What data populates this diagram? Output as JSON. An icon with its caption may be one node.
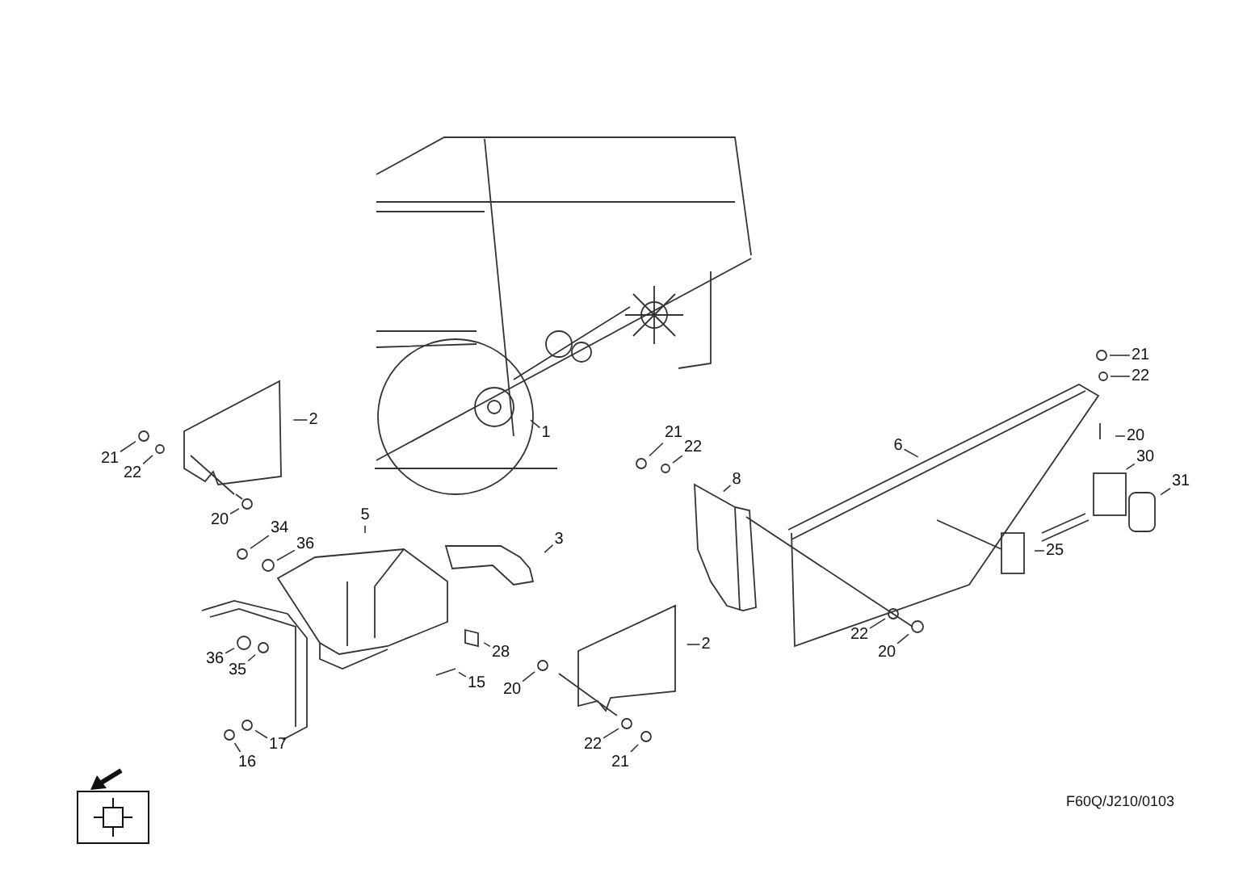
{
  "diagram": {
    "nodes": [
      {
        "text": [
          "21"
        ]
      },
      {
        "text": [
          "22"
        ]
      },
      {
        "text": [
          "2"
        ]
      },
      {
        "text": [
          "1"
        ]
      },
      {
        "text": [
          "21"
        ]
      },
      {
        "text": [
          "22"
        ]
      },
      {
        "text": [
          "6"
        ]
      },
      {
        "text": [
          "20"
        ]
      },
      {
        "text": [
          "21"
        ]
      },
      {
        "text": [
          "22"
        ]
      },
      {
        "text": [
          "30"
        ]
      },
      {
        "text": [
          "31"
        ]
      },
      {
        "text": [
          "8"
        ]
      },
      {
        "text": [
          "20"
        ]
      },
      {
        "text": [
          "5"
        ]
      },
      {
        "text": [
          "34"
        ]
      },
      {
        "text": [
          "36"
        ]
      },
      {
        "text": [
          "3"
        ]
      },
      {
        "text": [
          "25"
        ]
      },
      {
        "text": [
          "22"
        ]
      },
      {
        "text": [
          "20"
        ]
      },
      {
        "text": [
          "28"
        ]
      },
      {
        "text": [
          "2"
        ]
      },
      {
        "text": [
          "36"
        ]
      },
      {
        "text": [
          "35"
        ]
      },
      {
        "text": [
          "15"
        ]
      },
      {
        "text": [
          "20"
        ]
      },
      {
        "text": [
          "17"
        ]
      },
      {
        "text": [
          "16"
        ]
      },
      {
        "text": [
          "22"
        ]
      },
      {
        "text": [
          "21"
        ]
      },
      {
        "text": [],
        "shape": "circle"
      },
      {
        "text": [],
        "shape": "circle"
      },
      {
        "text": [],
        "shape": "circle"
      },
      {
        "text": [],
        "shape": "circle"
      },
      {
        "text": [],
        "shape": "circle"
      },
      {
        "text": [],
        "shape": "circle"
      },
      {
        "text": [],
        "shape": "circle"
      },
      {
        "text": [],
        "shape": "circle"
      },
      {
        "text": [],
        "shape": "circle"
      },
      {
        "text": [],
        "shape": "circle"
      },
      {
        "text": [],
        "shape": "circle"
      },
      {
        "text": [],
        "shape": "circle"
      },
      {
        "text": [],
        "shape": "circle"
      },
      {
        "text": [],
        "shape": "circle"
      },
      {
        "text": [],
        "shape": "circle"
      },
      {
        "text": [],
        "shape": "circle"
      },
      {
        "text": [],
        "shape": "circle"
      },
      {
        "text": [],
        "shape": "circle"
      }
    ],
    "edges": [
      {
        "from": 0,
        "to": 31,
        "arrow": "none"
      },
      {
        "from": 1,
        "to": 32,
        "arrow": "none"
      },
      {
        "from": 2,
        "to": null,
        "arrow": "none"
      },
      {
        "from": 3,
        "to": null,
        "arrow": "none"
      },
      {
        "from": 4,
        "to": 33,
        "arrow": "none"
      },
      {
        "from": 5,
        "to": 34,
        "arrow": "none"
      },
      {
        "from": 6,
        "to": null,
        "arrow": "none"
      },
      {
        "from": 7,
        "to": null,
        "arrow": "none"
      },
      {
        "from": 8,
        "to": 35,
        "arrow": "none"
      },
      {
        "from": 9,
        "to": 36,
        "arrow": "none"
      },
      {
        "from": 10,
        "to": null,
        "arrow": "none"
      },
      {
        "from": 11,
        "to": null,
        "arrow": "none"
      },
      {
        "from": 12,
        "to": null,
        "arrow": "none"
      },
      {
        "from": 13,
        "to": 37,
        "arrow": "none"
      },
      {
        "from": 14,
        "to": null,
        "arrow": "none"
      },
      {
        "from": 15,
        "to": 38,
        "arrow": "none"
      },
      {
        "from": 16,
        "to": 39,
        "arrow": "none"
      },
      {
        "from": 17,
        "to": null,
        "arrow": "none"
      },
      {
        "from": 18,
        "to": null,
        "arrow": "none"
      },
      {
        "from": 19,
        "to": 40,
        "arrow": "none"
      },
      {
        "from": 20,
        "to": 41,
        "arrow": "none"
      },
      {
        "from": 21,
        "to": null,
        "arrow": "none"
      },
      {
        "from": 22,
        "to": null,
        "arrow": "none"
      },
      {
        "from": 23,
        "to": 42,
        "arrow": "none"
      },
      {
        "from": 24,
        "to": 43,
        "arrow": "none"
      },
      {
        "from": 25,
        "to": null,
        "arrow": "none"
      },
      {
        "from": 26,
        "to": 44,
        "arrow": "none"
      },
      {
        "from": 27,
        "to": 45,
        "arrow": "none"
      },
      {
        "from": 28,
        "to": 46,
        "arrow": "none"
      },
      {
        "from": 29,
        "to": 47,
        "arrow": "none"
      },
      {
        "from": 30,
        "to": 48,
        "arrow": "none"
      }
    ],
    "labels": [
      "F60Q/J210/0103"
    ]
  }
}
